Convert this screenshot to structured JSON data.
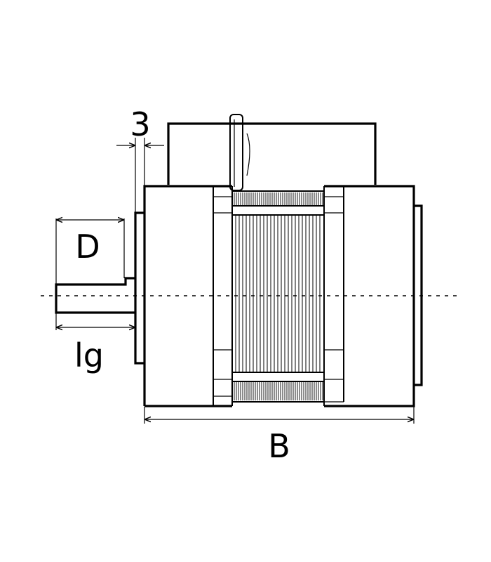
{
  "dimension_labels": {
    "gap": "3",
    "shaft_length": "D",
    "shaft_diameter": "lg",
    "body_length": "B"
  }
}
